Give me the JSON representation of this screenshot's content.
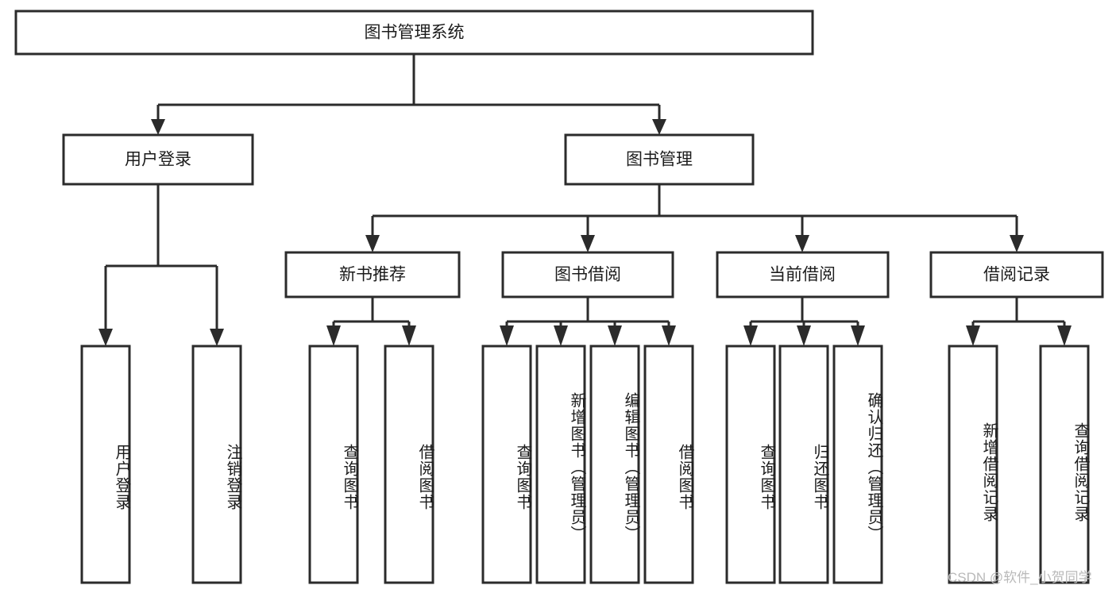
{
  "diagram": {
    "type": "tree",
    "title": "图书管理系统",
    "orientation": "top-down",
    "colors": {
      "box_stroke": "#2b2b2b",
      "box_fill": "#ffffff",
      "connector": "#2b2b2b",
      "text": "#1c1c1c",
      "watermark": "#b9b9b9",
      "background": "#ffffff"
    },
    "root": {
      "label": "图书管理系统"
    },
    "level2": [
      {
        "label": "用户登录"
      },
      {
        "label": "图书管理"
      }
    ],
    "level3": [
      {
        "label": "新书推荐"
      },
      {
        "label": "图书借阅"
      },
      {
        "label": "当前借阅"
      },
      {
        "label": "借阅记录"
      }
    ],
    "leaves": {
      "user_login": [
        {
          "label": "用户登录"
        },
        {
          "label": "注销登录"
        }
      ],
      "new_book": [
        {
          "label": "查询图书"
        },
        {
          "label": "借阅图书"
        }
      ],
      "book_borrow": [
        {
          "label": "查询图书"
        },
        {
          "label": "新增图书（管理员）"
        },
        {
          "label": "编辑图书（管理员）"
        },
        {
          "label": "借阅图书"
        }
      ],
      "current_borrow": [
        {
          "label": "查询图书"
        },
        {
          "label": "归还图书"
        },
        {
          "label": "确认归还（管理员）"
        }
      ],
      "borrow_record": [
        {
          "label": "新增借阅记录"
        },
        {
          "label": "查询借阅记录"
        }
      ]
    }
  },
  "watermark": {
    "text": "CSDN @软件_小贺同学"
  }
}
